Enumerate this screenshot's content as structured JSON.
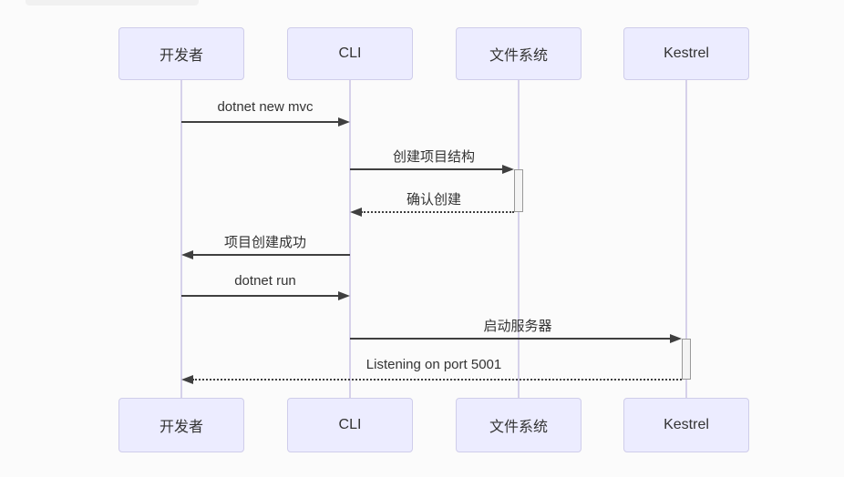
{
  "diagram": {
    "type": "sequence-diagram",
    "actors": [
      {
        "id": "developer",
        "name": "开发者"
      },
      {
        "id": "cli",
        "name": "CLI"
      },
      {
        "id": "filesystem",
        "name": "文件系统"
      },
      {
        "id": "kestrel",
        "name": "Kestrel"
      }
    ],
    "messages": [
      {
        "from": "开发者",
        "to": "CLI",
        "label": "dotnet new mvc",
        "line": "solid",
        "direction": "right"
      },
      {
        "from": "CLI",
        "to": "文件系统",
        "label": "创建项目结构",
        "line": "solid",
        "direction": "right"
      },
      {
        "from": "文件系统",
        "to": "CLI",
        "label": "确认创建",
        "line": "dashed",
        "direction": "left"
      },
      {
        "from": "CLI",
        "to": "开发者",
        "label": "项目创建成功",
        "line": "solid",
        "direction": "left"
      },
      {
        "from": "开发者",
        "to": "CLI",
        "label": "dotnet run",
        "line": "solid",
        "direction": "right"
      },
      {
        "from": "CLI",
        "to": "Kestrel",
        "label": "启动服务器",
        "line": "solid",
        "direction": "right"
      },
      {
        "from": "Kestrel",
        "to": "开发者",
        "label": "Listening on port 5001",
        "line": "dashed",
        "direction": "left"
      }
    ],
    "activations": [
      {
        "actor": "文件系统",
        "start_message": "创建项目结构",
        "end_message": "确认创建"
      },
      {
        "actor": "Kestrel",
        "start_message": "启动服务器",
        "end_message": "Listening on port 5001"
      }
    ]
  },
  "colors": {
    "background": "#fbfbfb",
    "actor_fill": "#ECECFF",
    "actor_border": "#CFCDEA",
    "lifeline": "#D6D1EA",
    "arrow": "#3F3F3F",
    "text": "#333333",
    "activation_fill": "#F4F4F4",
    "activation_border": "#999999"
  }
}
